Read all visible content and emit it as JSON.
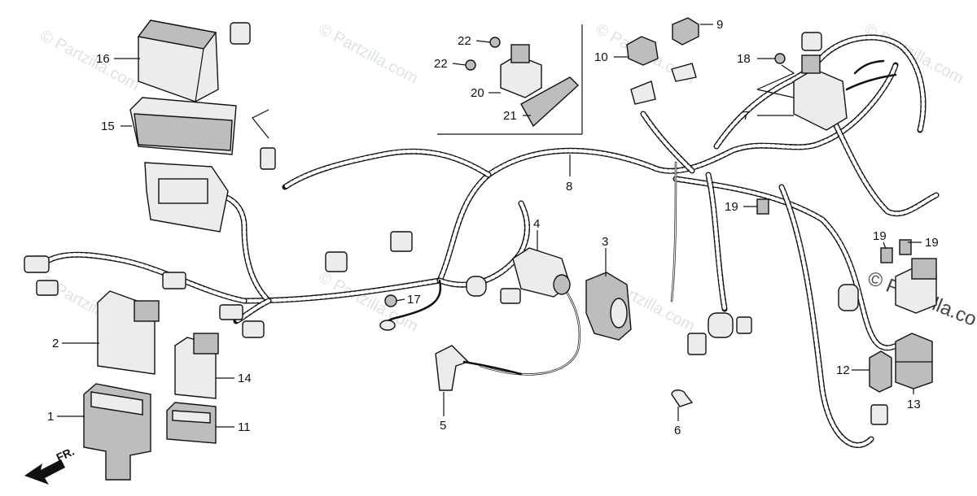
{
  "watermark": {
    "text": "© Partzilla.com",
    "edge_text": "© Partzilla.co"
  },
  "direction_indicator": {
    "label": "FR."
  },
  "callouts": [
    {
      "id": "c1",
      "label": "1"
    },
    {
      "id": "c2",
      "label": "2"
    },
    {
      "id": "c3",
      "label": "3"
    },
    {
      "id": "c4",
      "label": "4"
    },
    {
      "id": "c5",
      "label": "5"
    },
    {
      "id": "c6",
      "label": "6"
    },
    {
      "id": "c7",
      "label": "7"
    },
    {
      "id": "c8",
      "label": "8"
    },
    {
      "id": "c9",
      "label": "9"
    },
    {
      "id": "c10",
      "label": "10"
    },
    {
      "id": "c11",
      "label": "11"
    },
    {
      "id": "c12",
      "label": "12"
    },
    {
      "id": "c13",
      "label": "13"
    },
    {
      "id": "c14",
      "label": "14"
    },
    {
      "id": "c15",
      "label": "15"
    },
    {
      "id": "c16",
      "label": "16"
    },
    {
      "id": "c17",
      "label": "17"
    },
    {
      "id": "c18",
      "label": "18"
    },
    {
      "id": "c19a",
      "label": "19"
    },
    {
      "id": "c19b",
      "label": "19"
    },
    {
      "id": "c19c",
      "label": "19"
    },
    {
      "id": "c20",
      "label": "20"
    },
    {
      "id": "c21",
      "label": "21"
    },
    {
      "id": "c22a",
      "label": "22"
    },
    {
      "id": "c22b",
      "label": "22"
    }
  ]
}
